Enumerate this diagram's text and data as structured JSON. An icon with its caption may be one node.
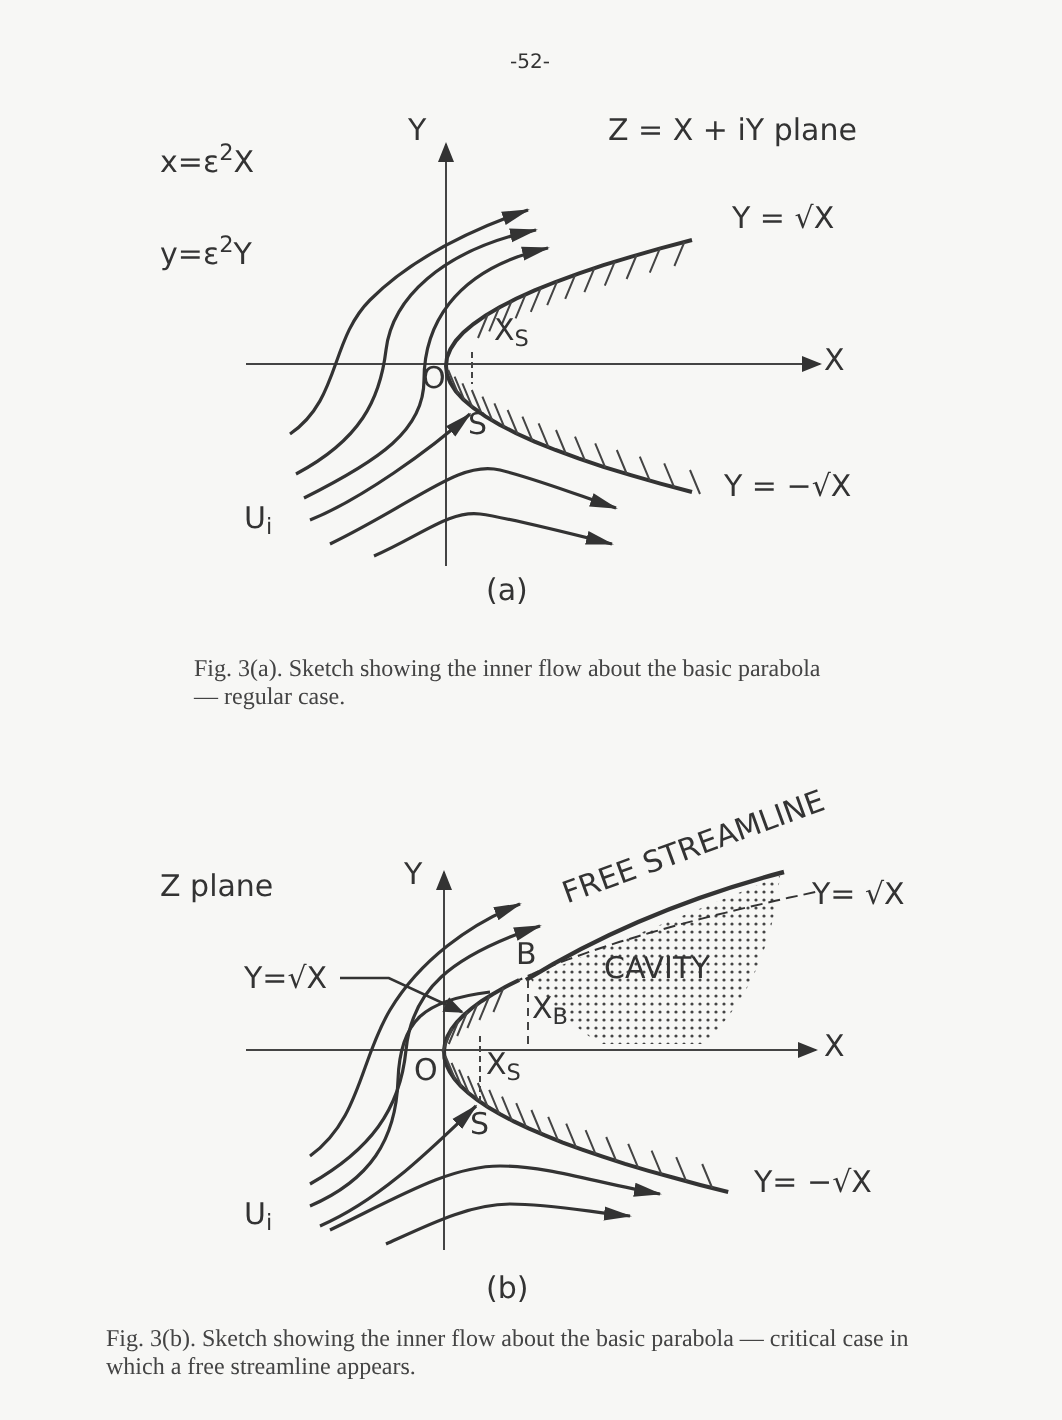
{
  "diagram": {
    "nodes": [
      {
        "text": [
          "Y=√X"
        ]
      },
      {
        "text": [],
        "shape": "curve"
      }
    ],
    "edges": [
      {
        "from": 0,
        "to": 1,
        "arrow": "to"
      }
    ],
    "labels": [
      "-52-",
      "x=ε$^{2}$X",
      "y=ε$^{2}$Y",
      "Y",
      "Z = X + iY plane",
      "Y = √X",
      "X",
      "O",
      "X$_{S}$",
      "S",
      "Y = −√X",
      "U$_{i}$",
      "(a)",
      "Fig. 3(a). Sketch showing the inner flow about the basic parabola — regular case.",
      "Z plane",
      "Y",
      "FREE STREAMLINE",
      "Y= √X",
      "CAVITY",
      "B",
      "X$_{B}$",
      "X",
      "O",
      "X$_{S}$",
      "S",
      "Y= −√X",
      "U$_{i}$",
      "(b)",
      "Fig. 3(b). Sketch showing the inner flow about the basic parabola — critical case in which a free streamline appears."
    ]
  }
}
